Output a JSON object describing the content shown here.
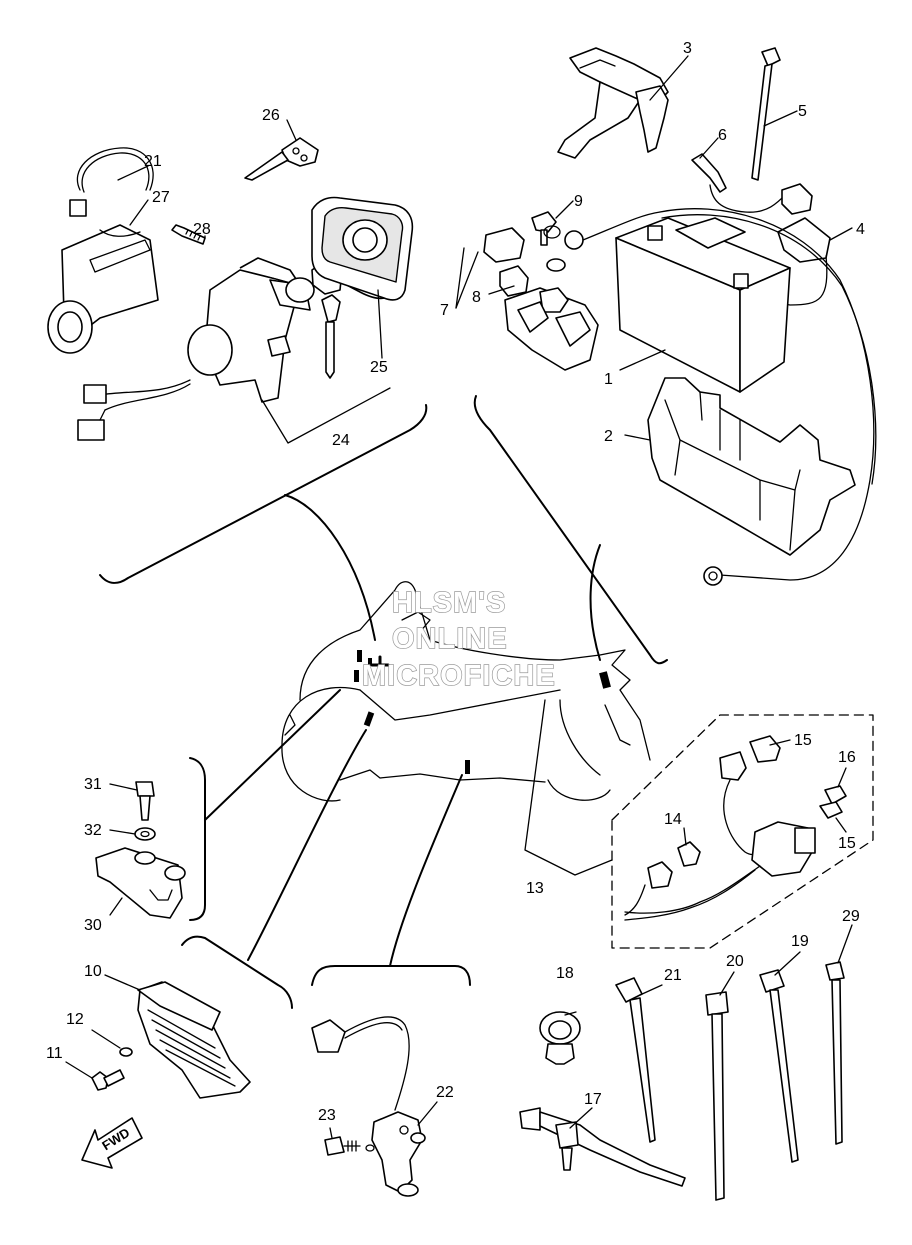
{
  "watermark": {
    "line1": "HLSM'S",
    "line2": "ONLINE",
    "line3": "MICROFICHE",
    "color": "#9a9a9a"
  },
  "direction_arrow": "FWD",
  "callouts": {
    "c1": "1",
    "c2": "2",
    "c3": "3",
    "c4": "4",
    "c5": "5",
    "c6": "6",
    "c7": "7",
    "c8": "8",
    "c9": "9",
    "c10": "10",
    "c11": "11",
    "c12": "12",
    "c13": "13",
    "c14": "14",
    "c15a": "15",
    "c15b": "15",
    "c16": "16",
    "c17": "17",
    "c18": "18",
    "c19": "19",
    "c20": "20",
    "c21a": "21",
    "c21b": "21",
    "c22": "22",
    "c23": "23",
    "c24": "24",
    "c25": "25",
    "c26": "26",
    "c27": "27",
    "c28": "28",
    "c29": "29",
    "c30": "30",
    "c31": "31",
    "c32": "32"
  }
}
